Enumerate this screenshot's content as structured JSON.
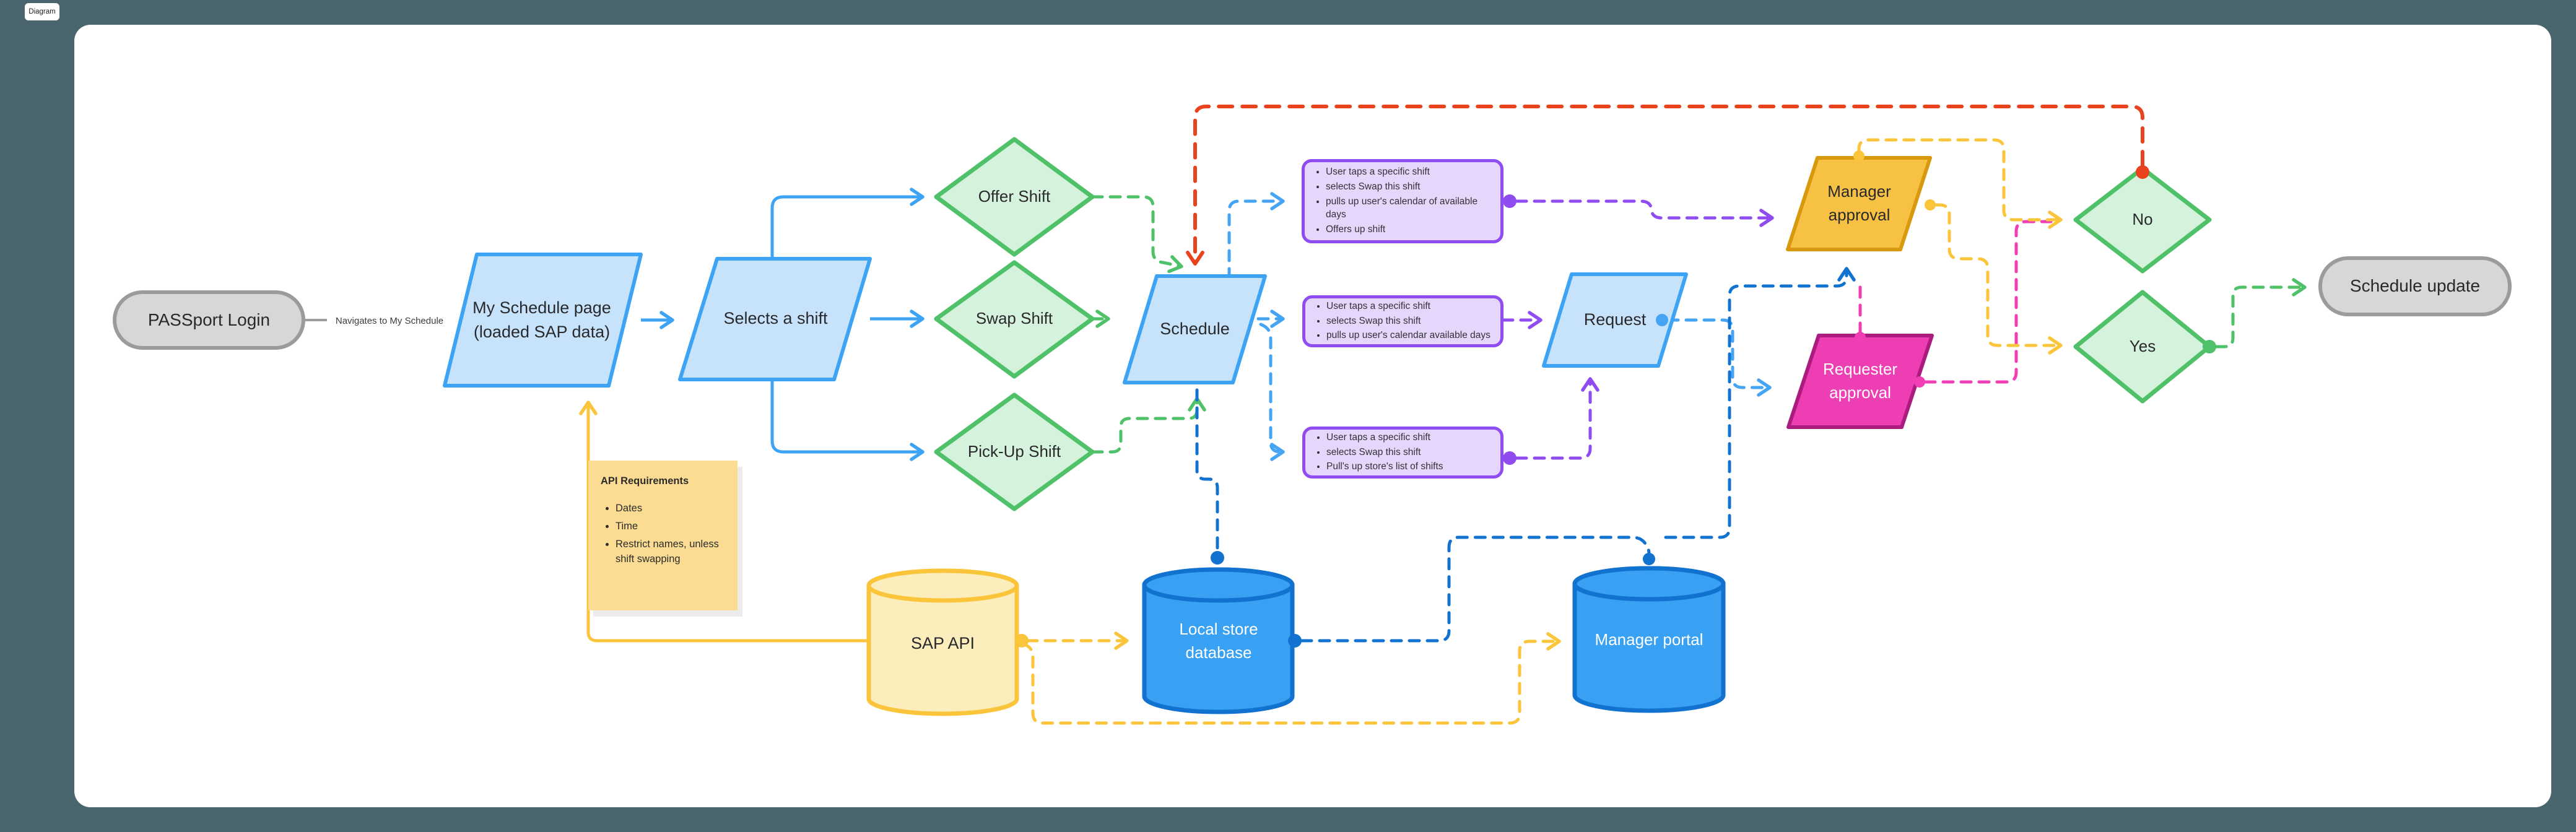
{
  "badge": "Diagram",
  "edge_labels": {
    "login_to_schedule": "Navigates to My Schedule"
  },
  "nodes": {
    "passport_login": "PASSport Login",
    "my_schedule": "My Schedule page (loaded SAP data)",
    "selects_shift": "Selects a shift",
    "offer_shift": "Offer Shift",
    "swap_shift": "Swap Shift",
    "pickup_shift": "Pick-Up Shift",
    "schedule": "Schedule",
    "request": "Request",
    "manager_approval": "Manager approval",
    "requester_approval": "Requester approval",
    "no": "No",
    "yes": "Yes",
    "schedule_update": "Schedule update",
    "sap_api": "SAP API",
    "local_store_db": "Local store database",
    "manager_portal": "Manager portal"
  },
  "notes": {
    "offer_steps": {
      "items": [
        "User taps a specific shift",
        "selects Swap this shift",
        "pulls up user's calendar of available days",
        "Offers up shift"
      ]
    },
    "swap_steps": {
      "items": [
        "User taps a specific shift",
        "selects Swap this shift",
        "pulls up user's calendar available days"
      ]
    },
    "pickup_steps": {
      "items": [
        "User taps a specific shift",
        "selects Swap this shift",
        "Pull's up store's list of shifts"
      ]
    },
    "api_requirements": {
      "title": "API Requirements",
      "items": [
        "Dates",
        "Time",
        "Restrict names, unless shift swapping"
      ]
    }
  },
  "colors": {
    "background": "#4b656e",
    "canvas": "#ffffff",
    "blue_fill": "#c7e3fb",
    "blue_border": "#3da4f5",
    "green_fill": "#d5f2dc",
    "green_border": "#4fc168",
    "purple_fill": "#e6d6fc",
    "purple_border": "#8f4cf1",
    "amber_fill": "#f7c244",
    "amber_border": "#d9990e",
    "pink_fill": "#ee3eb4",
    "pink_border": "#aa1d7e",
    "cyl_blue_fill": "#39a1f4",
    "cyl_blue_border": "#1173cf",
    "cyl_yellow_fill": "#fcedbc",
    "cyl_yellow_border": "#fbc53b",
    "note_fill": "#fbdc92",
    "gray_fill": "#d7d7d7",
    "gray_border": "#9b9b9b",
    "red_line": "#e9431d",
    "yellow_line": "#fbc53b",
    "pink_line": "#f03eb4",
    "darkblue_line": "#1173cf",
    "lightblue_line": "#46a4f4",
    "green_line": "#4fc168",
    "gray_line": "#9e9e9e"
  }
}
